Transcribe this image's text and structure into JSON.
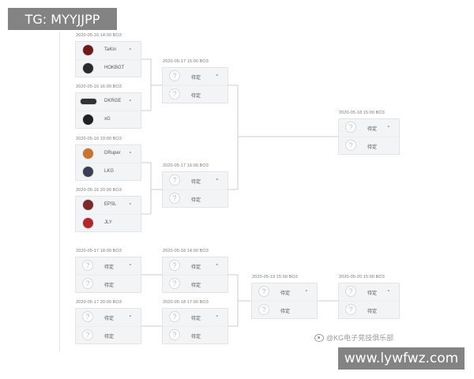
{
  "watermarks": {
    "tg": "TG: MYYJJPP",
    "site": "www.lywfwz.com",
    "weibo": "@KG电子竞技俱乐部"
  },
  "upper_bracket": {
    "matches": [
      {
        "time": "2020-05-16 14:00 BO3",
        "score_mark": "-",
        "teams": [
          {
            "name": "TaKin",
            "logo": "team-logo",
            "logo_color": "#6b1d1d"
          },
          {
            "name": "HOKBGT",
            "logo": "team-logo",
            "logo_color": "#2b2b2b"
          }
        ]
      },
      {
        "time": "2020-05-16 16:00 BO3",
        "score_mark": "-",
        "teams": [
          {
            "name": "DKRGE",
            "logo": "team-logo-wide",
            "logo_color": "#333333"
          },
          {
            "name": "xG",
            "logo": "team-logo",
            "logo_color": "#222222"
          }
        ]
      },
      {
        "time": "2020-05-16 19:00 BO3",
        "score_mark": "-",
        "teams": [
          {
            "name": "DRuper",
            "logo": "team-logo",
            "logo_color": "#c8742f"
          },
          {
            "name": "LKG",
            "logo": "team-logo",
            "logo_color": "#3a3f55"
          }
        ]
      },
      {
        "time": "2020-05-16 20:00 BO3",
        "score_mark": "-",
        "teams": [
          {
            "name": "EPSL",
            "logo": "team-logo",
            "logo_color": "#7a2a2a"
          },
          {
            "name": "JLY",
            "logo": "team-logo",
            "logo_color": "#b3262e"
          }
        ]
      },
      {
        "time": "2020-05-17 15:00 BO3",
        "score_mark": "-",
        "teams": [
          {
            "name": "待定",
            "logo": "question-icon"
          },
          {
            "name": "待定",
            "logo": "question-icon"
          }
        ]
      },
      {
        "time": "2020-05-17 16:00 BO3",
        "score_mark": "-",
        "teams": [
          {
            "name": "待定",
            "logo": "question-icon"
          },
          {
            "name": "待定",
            "logo": "question-icon"
          }
        ]
      },
      {
        "time": "2020-05-18 15:00 BO3",
        "score_mark": "-",
        "teams": [
          {
            "name": "待定",
            "logo": "question-icon"
          },
          {
            "name": "待定",
            "logo": "question-icon"
          }
        ]
      }
    ]
  },
  "lower_bracket": {
    "matches": [
      {
        "time": "2020-05-17 18:00 BO3",
        "score_mark": "-",
        "teams": [
          {
            "name": "待定",
            "logo": "question-icon"
          },
          {
            "name": "待定",
            "logo": "question-icon"
          }
        ]
      },
      {
        "time": "2020-05-17 20:00 BO3",
        "score_mark": "-",
        "teams": [
          {
            "name": "待定",
            "logo": "question-icon"
          },
          {
            "name": "待定",
            "logo": "question-icon"
          }
        ]
      },
      {
        "time": "2020-05-18 14:00 BO3",
        "score_mark": "-",
        "teams": [
          {
            "name": "待定",
            "logo": "question-icon"
          },
          {
            "name": "待定",
            "logo": "question-icon"
          }
        ]
      },
      {
        "time": "2020-05-18 17:00 BO3",
        "score_mark": "-",
        "teams": [
          {
            "name": "待定",
            "logo": "question-icon"
          },
          {
            "name": "待定",
            "logo": "question-icon"
          }
        ]
      },
      {
        "time": "2020-05-19 15:00 BO3",
        "score_mark": "-",
        "teams": [
          {
            "name": "待定",
            "logo": "question-icon"
          },
          {
            "name": "待定",
            "logo": "question-icon"
          }
        ]
      },
      {
        "time": "2020-05-20 15:00 BO3",
        "score_mark": "-",
        "teams": [
          {
            "name": "待定",
            "logo": "question-icon"
          },
          {
            "name": "待定",
            "logo": "question-icon"
          }
        ]
      }
    ]
  }
}
